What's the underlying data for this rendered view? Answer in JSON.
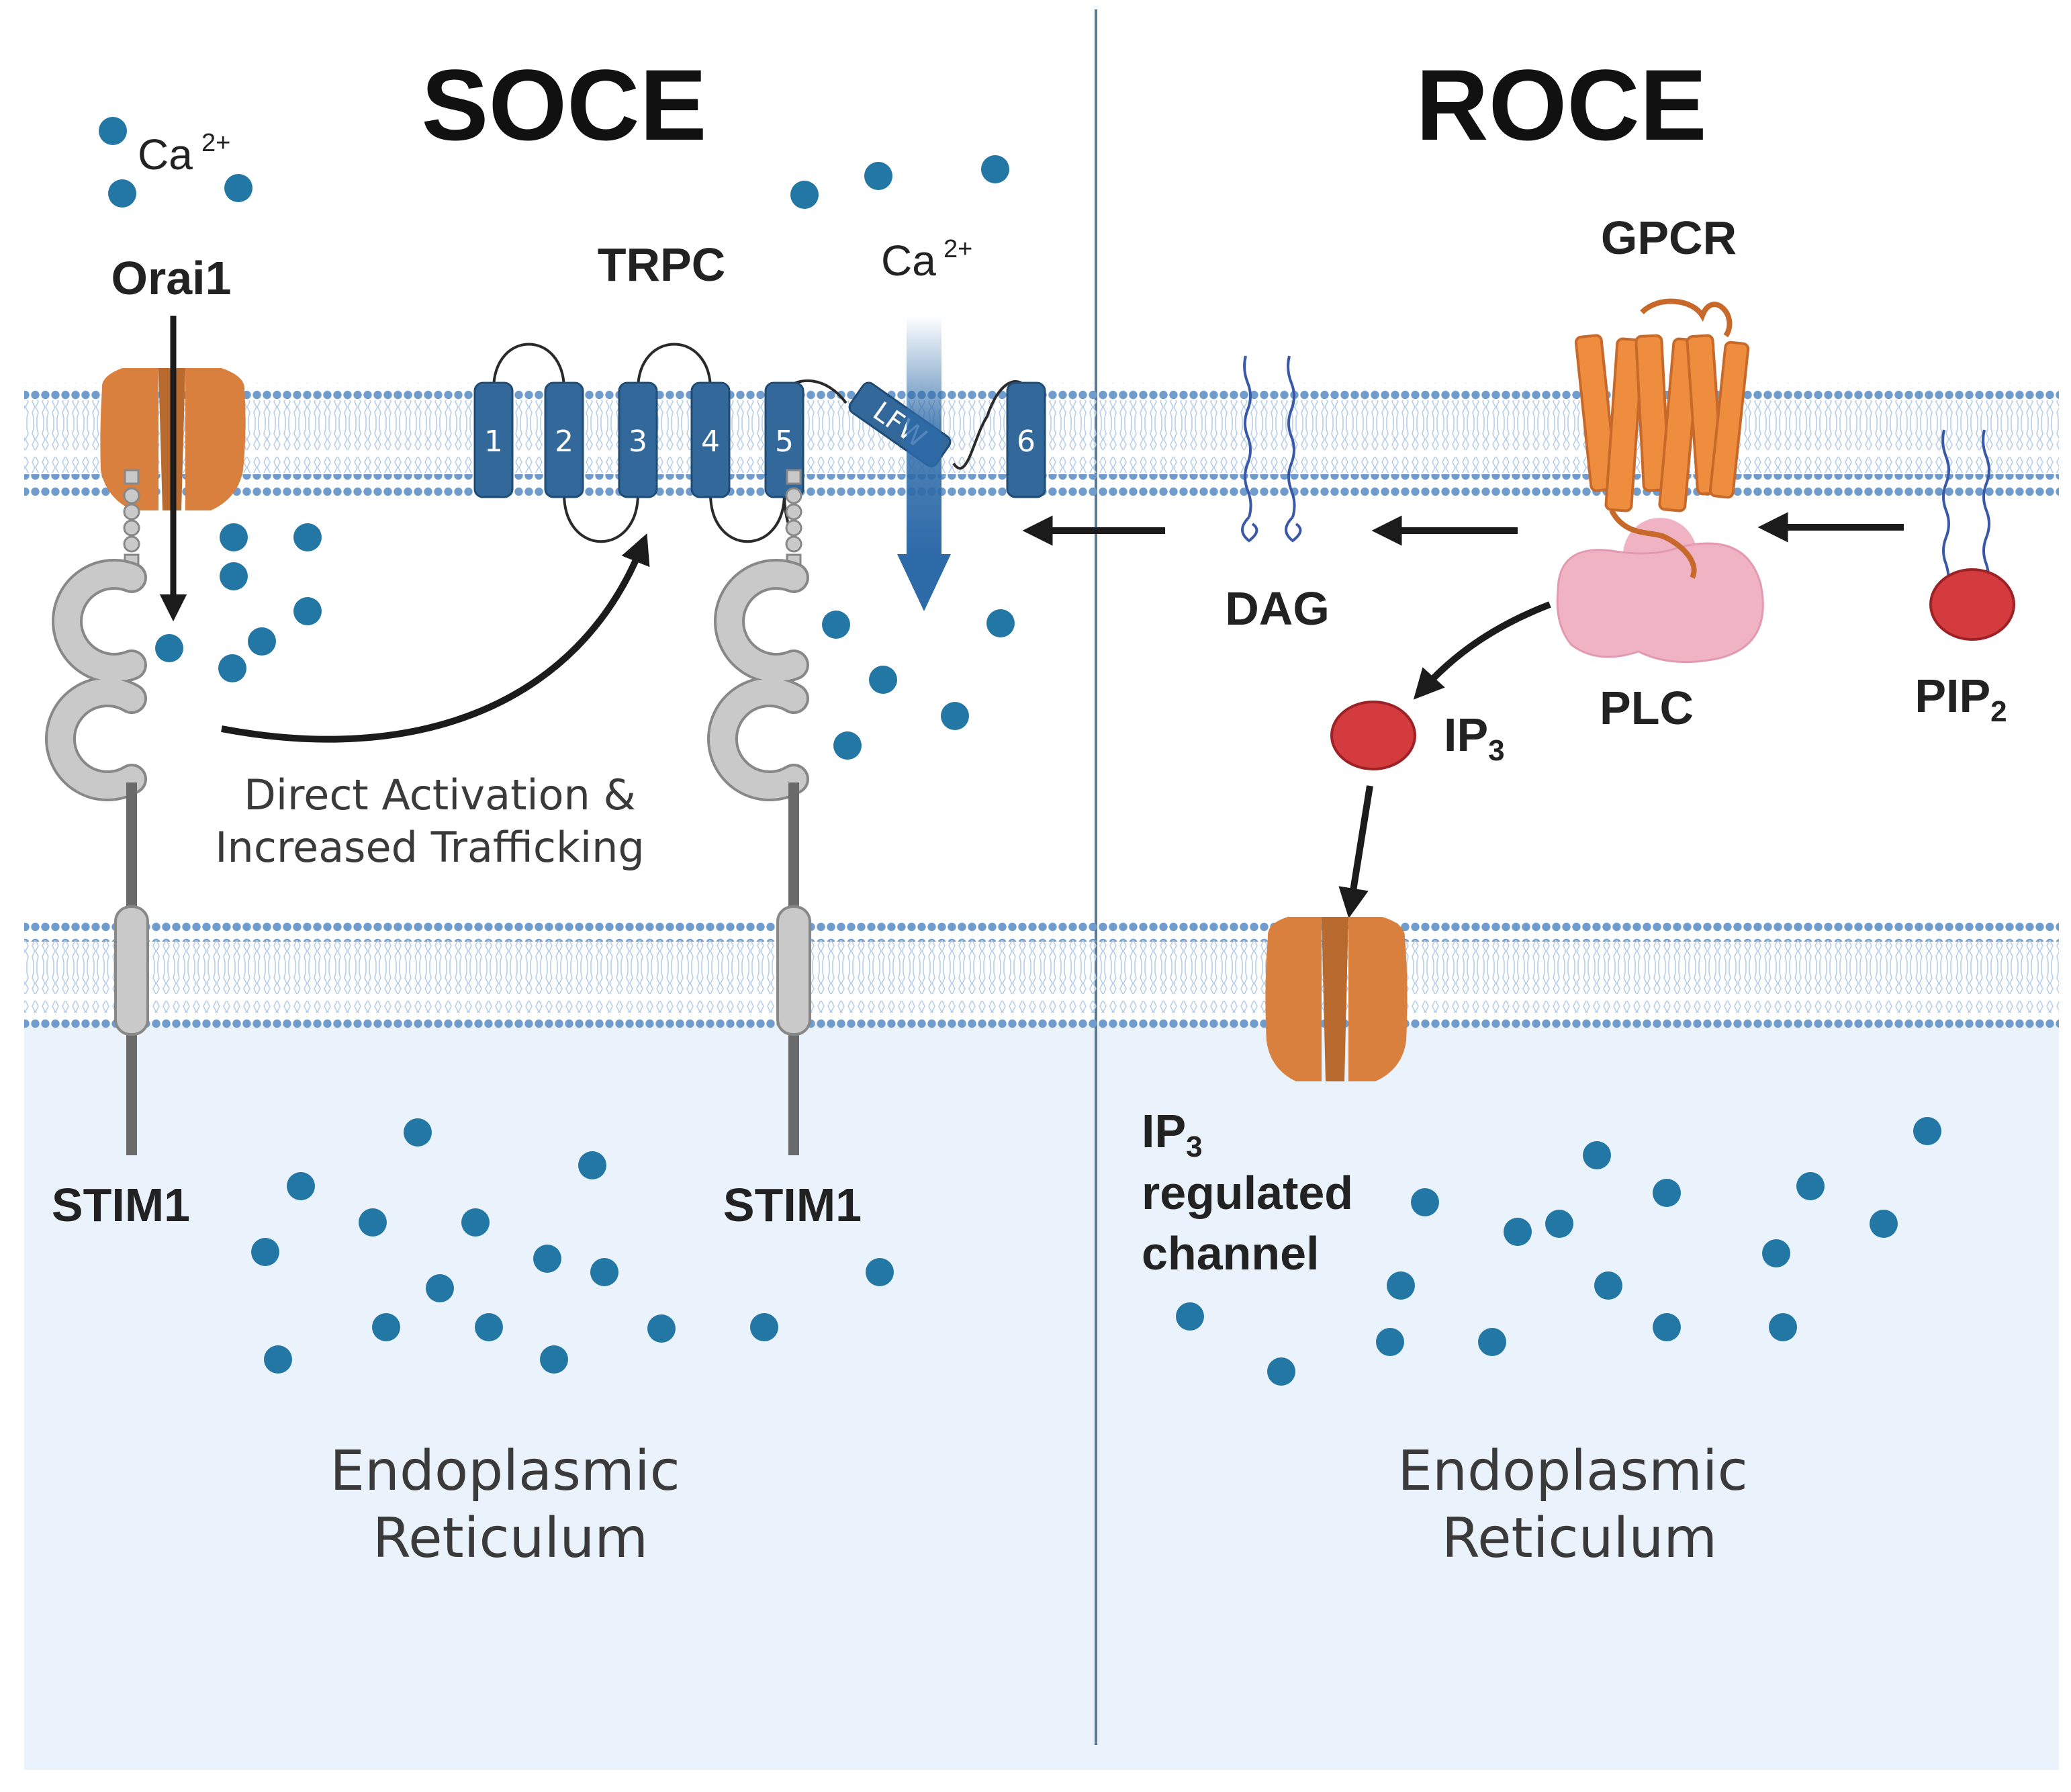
{
  "soce": {
    "title": "SOCE",
    "ca_label": "Ca",
    "ca_charge": "2+",
    "orai_label": "Orai1",
    "trpc_label": "TRPC",
    "helix_numbers": [
      "1",
      "2",
      "3",
      "4",
      "5",
      "6"
    ],
    "lfw_label": "LFW",
    "activation_line1": "Direct Activation &",
    "activation_line2": "Increased Trafficking",
    "stim1_left": "STIM1",
    "stim1_right": "STIM1",
    "er_line1": "Endoplasmic",
    "er_line2": "Reticulum"
  },
  "roce": {
    "title": "ROCE",
    "gpcr_label": "GPCR",
    "dag_label": "DAG",
    "plc_label": "PLC",
    "pip2_label": "PIP",
    "pip2_sub": "2",
    "ip3_label": "IP",
    "ip3_sub": "3",
    "channel_line1_main": "IP",
    "channel_line1_sub": "3",
    "channel_line2": "regulated",
    "channel_line3": "channel",
    "er_line1": "Endoplasmic",
    "er_line2": "Reticulum"
  },
  "colors": {
    "membrane": "#6f9ccc",
    "channel": "#d9803f",
    "helix": "#33689b",
    "calcium": "#2377a4",
    "plc": "#f0b3c4",
    "lipid_head": "#d33b3f",
    "er_fill": "#eaf2fb"
  }
}
